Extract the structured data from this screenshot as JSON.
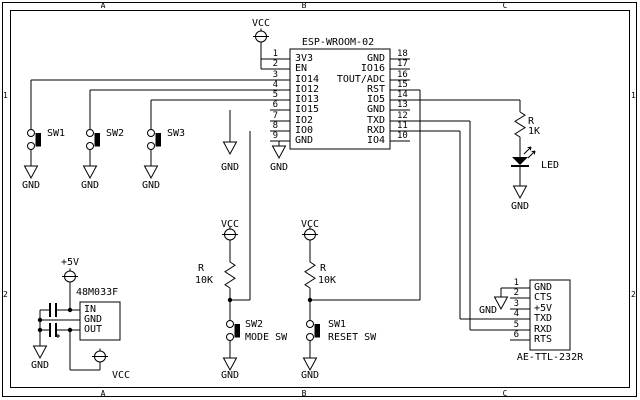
{
  "frame": {
    "cols": [
      "A",
      "B",
      "C"
    ],
    "rows": [
      "1",
      "2"
    ]
  },
  "labels": {
    "vcc": "VCC",
    "plus5v": "+5V",
    "gnd": "GND"
  },
  "esp": {
    "title": "ESP-WROOM-02",
    "left_pins": [
      {
        "num": "1",
        "name": "3V3"
      },
      {
        "num": "2",
        "name": "EN"
      },
      {
        "num": "3",
        "name": "IO14"
      },
      {
        "num": "4",
        "name": "IO12"
      },
      {
        "num": "5",
        "name": "IO13"
      },
      {
        "num": "6",
        "name": "IO15"
      },
      {
        "num": "7",
        "name": "IO2"
      },
      {
        "num": "8",
        "name": "IO0"
      },
      {
        "num": "9",
        "name": "GND"
      }
    ],
    "right_pins": [
      {
        "num": "18",
        "name": "GND"
      },
      {
        "num": "17",
        "name": "IO16"
      },
      {
        "num": "16",
        "name": "TOUT/ADC"
      },
      {
        "num": "15",
        "name": "RST"
      },
      {
        "num": "14",
        "name": "IO5"
      },
      {
        "num": "13",
        "name": "GND"
      },
      {
        "num": "12",
        "name": "TXD"
      },
      {
        "num": "11",
        "name": "RXD"
      },
      {
        "num": "10",
        "name": "IO4"
      }
    ]
  },
  "top_switches": [
    {
      "ref": "SW1"
    },
    {
      "ref": "SW2"
    },
    {
      "ref": "SW3"
    }
  ],
  "led_circuit": {
    "r_ref": "R",
    "r_value": "1K",
    "led": "LED"
  },
  "pullups": {
    "mode": {
      "r_ref": "R",
      "r_value": "10K",
      "sw_ref": "SW2",
      "sw_name": "MODE SW"
    },
    "reset": {
      "r_ref": "R",
      "r_value": "10K",
      "sw_ref": "SW1",
      "sw_name": "RESET SW"
    }
  },
  "regulator": {
    "part": "48M033F",
    "pin_in": "IN",
    "pin_gnd": "GND",
    "pin_out": "OUT"
  },
  "serial": {
    "part": "AE-TTL-232R",
    "pins": [
      {
        "num": "1",
        "name": "GND"
      },
      {
        "num": "2",
        "name": "CTS"
      },
      {
        "num": "3",
        "name": "+5V"
      },
      {
        "num": "4",
        "name": "TXD"
      },
      {
        "num": "5",
        "name": "RXD"
      },
      {
        "num": "6",
        "name": "RTS"
      }
    ]
  }
}
